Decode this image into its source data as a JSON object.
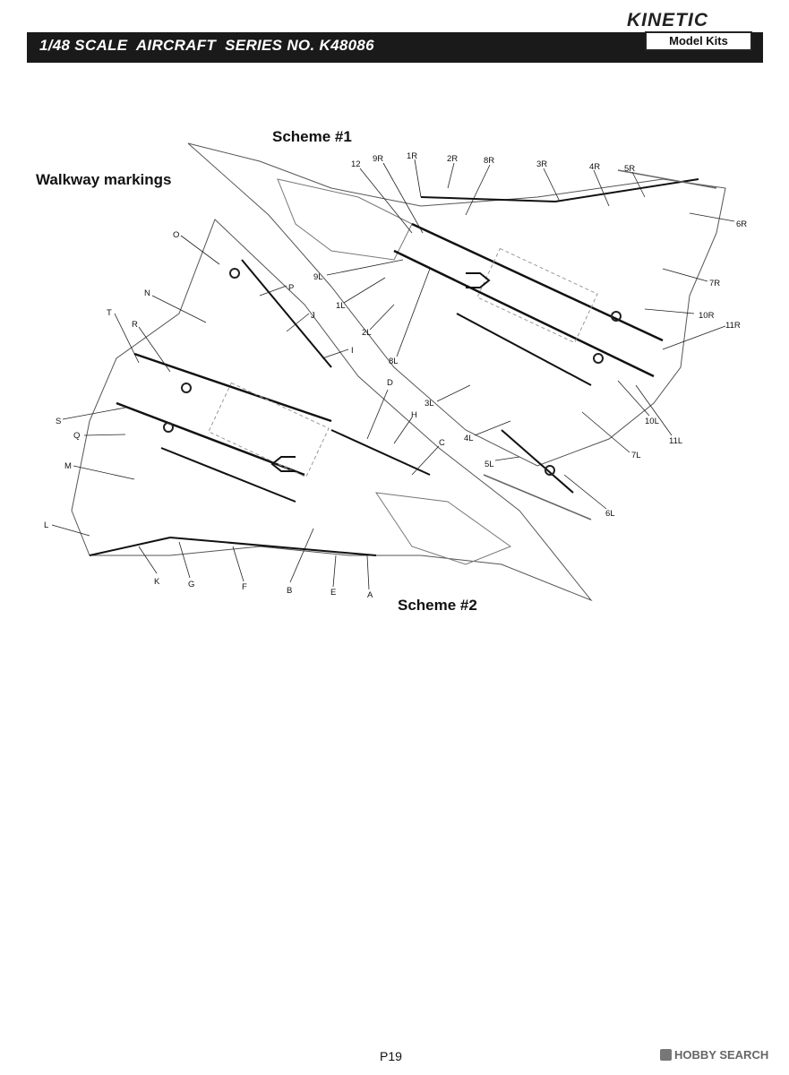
{
  "header": {
    "series_title": "1/48 SCALE  AIRCRAFT  SERIES NO. K48086",
    "logo_brand": "KINETIC",
    "logo_sub": "Model Kits"
  },
  "section_title": "Walkway markings",
  "scheme1_title": "Scheme #1",
  "scheme2_title": "Scheme #2",
  "scheme1_labels": [
    "12",
    "9R",
    "1R",
    "2R",
    "8R",
    "3R",
    "4R",
    "5R",
    "6R",
    "7R",
    "10R",
    "11R",
    "9L",
    "1L",
    "2L",
    "8L",
    "3L",
    "4L",
    "5L",
    "6L",
    "7L",
    "10L",
    "11L"
  ],
  "scheme2_labels": [
    "O",
    "N",
    "P",
    "J",
    "I",
    "T",
    "R",
    "S",
    "Q",
    "M",
    "L",
    "K",
    "G",
    "F",
    "B",
    "E",
    "A",
    "D",
    "H",
    "C"
  ],
  "page_number": "P19",
  "watermark": "HOBBY SEARCH"
}
